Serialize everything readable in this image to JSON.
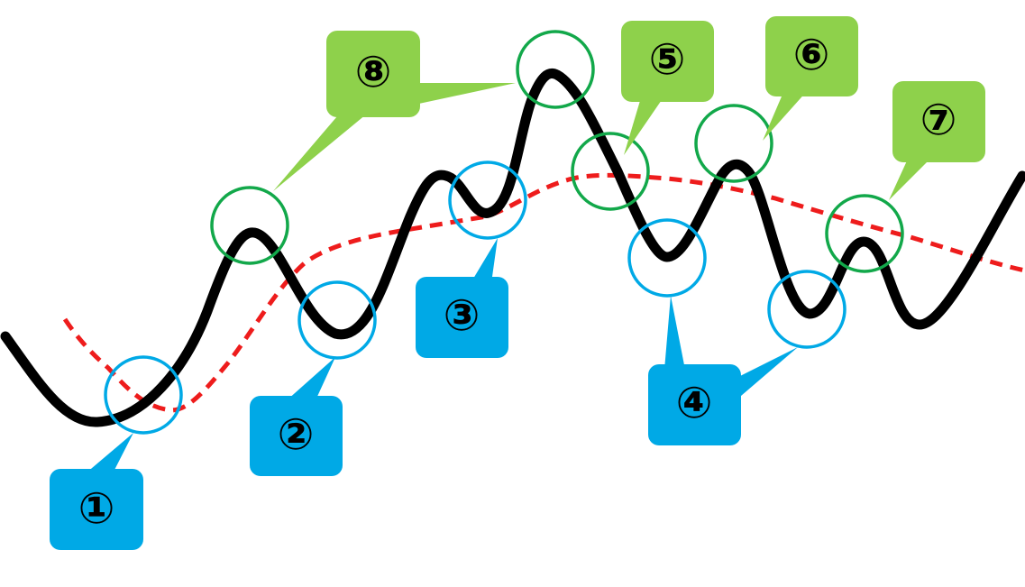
{
  "colors": {
    "price_line": "#000000",
    "moving_average": "#ee1c1c",
    "blue_marker": "#00a9e6",
    "green_marker": "#12a84a",
    "blue_callout": "#00a9e6",
    "green_callout": "#8ed14b"
  },
  "callouts": [
    {
      "id": "1",
      "text": "①",
      "group": "blue"
    },
    {
      "id": "2",
      "text": "②",
      "group": "blue"
    },
    {
      "id": "3",
      "text": "③",
      "group": "blue"
    },
    {
      "id": "4",
      "text": "④",
      "group": "blue"
    },
    {
      "id": "5",
      "text": "⑤",
      "group": "green"
    },
    {
      "id": "6",
      "text": "⑥",
      "group": "green"
    },
    {
      "id": "7",
      "text": "⑦",
      "group": "green"
    },
    {
      "id": "8",
      "text": "⑧",
      "group": "green"
    }
  ]
}
